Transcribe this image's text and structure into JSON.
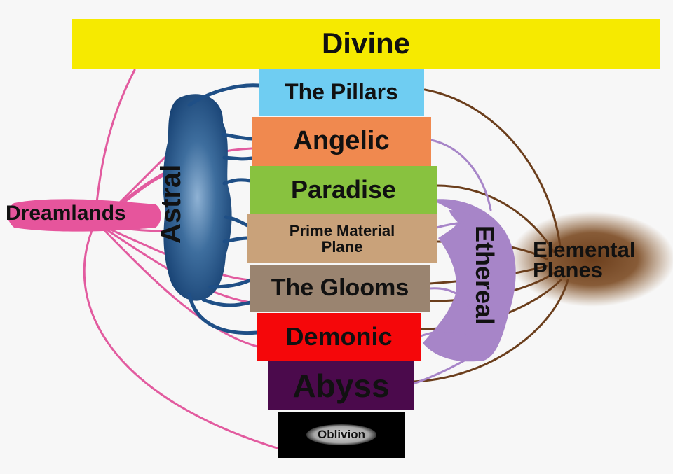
{
  "planes": {
    "divine": "Divine",
    "pillars": "The Pillars",
    "angelic": "Angelic",
    "paradise": "Paradise",
    "prime_line1": "Prime Material",
    "prime_line2": "Plane",
    "glooms": "The Glooms",
    "demonic": "Demonic",
    "abyss": "Abyss",
    "oblivion": "Oblivion"
  },
  "side_realms": {
    "dreamlands": "Dreamlands",
    "astral": "Astral",
    "ethereal": "Ethereal",
    "elemental_line1": "Elemental",
    "elemental_line2": "Planes"
  },
  "colors": {
    "divine": "#f6ea00",
    "pillars": "#6fcdf2",
    "angelic": "#f0894f",
    "paradise": "#88c23f",
    "prime": "#c9a27a",
    "glooms": "#9a8470",
    "demonic": "#f5070a",
    "abyss": "#4b0a4c",
    "oblivion": "#000000",
    "dreamlands": "#e6559c",
    "astral": "#1f4f86",
    "ethereal": "#a785c8",
    "elemental": "#6b3e1c"
  }
}
